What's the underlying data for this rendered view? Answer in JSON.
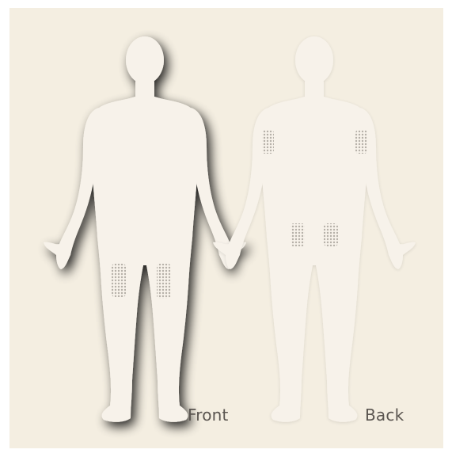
{
  "labels": {
    "front": "Front",
    "back": "Back"
  },
  "colors": {
    "background": "#f4eee1",
    "body_fill": "#f7f2ea",
    "shadow": "#2a2016",
    "dots": "#b5b0a8",
    "label_text": "#5a5550"
  },
  "figures": [
    {
      "name": "front",
      "dot_regions": [
        "left-thigh",
        "right-thigh"
      ]
    },
    {
      "name": "back",
      "dot_regions": [
        "left-upper-arm",
        "right-upper-arm",
        "left-buttock",
        "right-buttock"
      ]
    }
  ]
}
